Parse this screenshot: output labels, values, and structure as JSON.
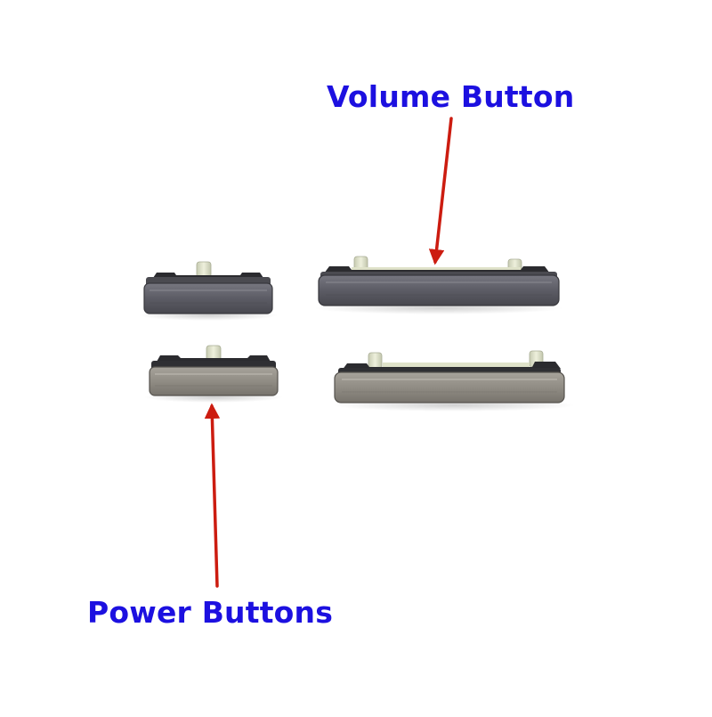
{
  "labels": {
    "volume": "Volume Button",
    "power": "Power Buttons"
  },
  "colors": {
    "label_text": "#1c10e0",
    "arrow": "#cc1c10",
    "background": "#ffffff",
    "button_dark_metal": "#5b5b63",
    "button_silver_metal": "#8f8b83",
    "stem": "#d8dcc2"
  },
  "parts": [
    {
      "name": "power-button-dark",
      "finish": "dark grey"
    },
    {
      "name": "volume-button-dark",
      "finish": "dark grey"
    },
    {
      "name": "power-button-silver",
      "finish": "silver"
    },
    {
      "name": "volume-button-silver",
      "finish": "silver"
    }
  ]
}
